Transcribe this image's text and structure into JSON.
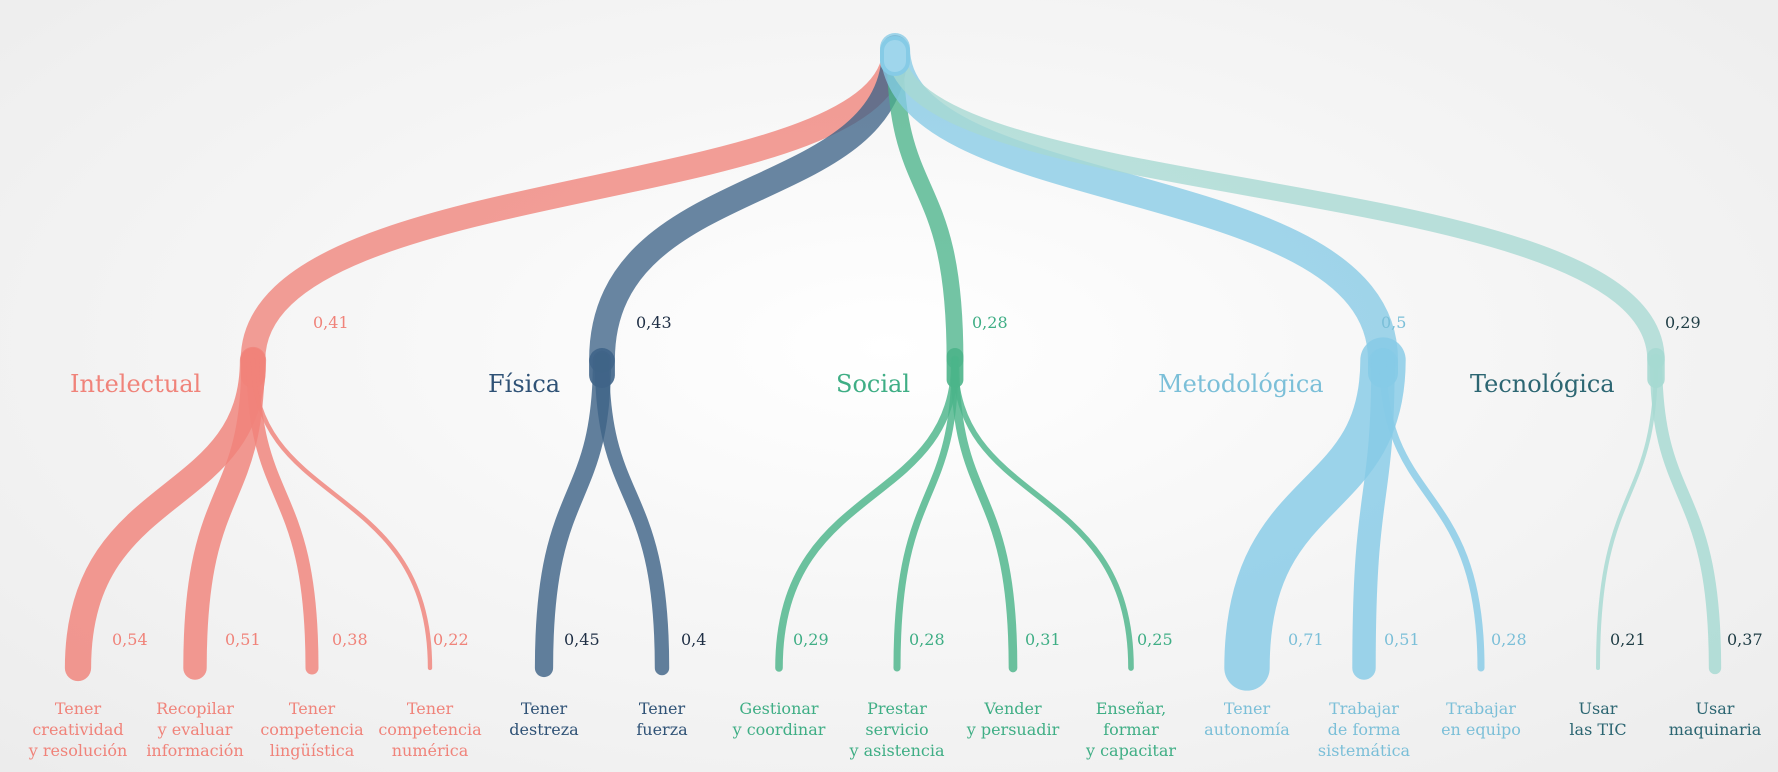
{
  "colors": {
    "intelectual": "#f0837a",
    "fisica": "#3f6488",
    "social": "#4cb48a",
    "metodologica": "#86cbe6",
    "tecnologica": "#a6d9d2"
  },
  "categories": [
    {
      "key": "intelectual",
      "name": "Intelectual",
      "value": "0,41",
      "value_num": 0.41,
      "leaves": [
        {
          "label": [
            "Tener",
            "creatividad",
            "y resolución"
          ],
          "value": "0,54",
          "value_num": 0.54
        },
        {
          "label": [
            "Recopilar",
            "y evaluar",
            "información"
          ],
          "value": "0,51",
          "value_num": 0.51
        },
        {
          "label": [
            "Tener",
            "competencia",
            "lingüística"
          ],
          "value": "0,38",
          "value_num": 0.38
        },
        {
          "label": [
            "Tener",
            "competencia",
            "numérica"
          ],
          "value": "0,22",
          "value_num": 0.22
        }
      ]
    },
    {
      "key": "fisica",
      "name": "Física",
      "value": "0,43",
      "value_num": 0.43,
      "leaves": [
        {
          "label": [
            "Tener",
            "destreza"
          ],
          "value": "0,45",
          "value_num": 0.45
        },
        {
          "label": [
            "Tener",
            "fuerza"
          ],
          "value": "0,4",
          "value_num": 0.4
        }
      ]
    },
    {
      "key": "social",
      "name": "Social",
      "value": "0,28",
      "value_num": 0.28,
      "leaves": [
        {
          "label": [
            "Gestionar",
            "y coordinar"
          ],
          "value": "0,29",
          "value_num": 0.29
        },
        {
          "label": [
            "Prestar",
            "servicio",
            "y asistencia"
          ],
          "value": "0,28",
          "value_num": 0.28
        },
        {
          "label": [
            "Vender",
            "y persuadir"
          ],
          "value": "0,31",
          "value_num": 0.31
        },
        {
          "label": [
            "Enseñar,",
            "formar",
            "y capacitar"
          ],
          "value": "0,25",
          "value_num": 0.25
        }
      ]
    },
    {
      "key": "metodologica",
      "name": "Metodológica",
      "value": "0,5",
      "value_num": 0.5,
      "leaves": [
        {
          "label": [
            "Tener",
            "autonomía"
          ],
          "value": "0,71",
          "value_num": 0.71
        },
        {
          "label": [
            "Trabajar",
            "de forma",
            "sistemática"
          ],
          "value": "0,51",
          "value_num": 0.51
        },
        {
          "label": [
            "Trabajar",
            "en equipo"
          ],
          "value": "0,28",
          "value_num": 0.28
        }
      ]
    },
    {
      "key": "tecnologica",
      "name": "Tecnológica",
      "value": "0,29",
      "value_num": 0.29,
      "leaves": [
        {
          "label": [
            "Usar",
            "las TIC"
          ],
          "value": "0,21",
          "value_num": 0.21
        },
        {
          "label": [
            "Usar",
            "maquinaria"
          ],
          "value": "0,37",
          "value_num": 0.37
        }
      ]
    }
  ]
}
